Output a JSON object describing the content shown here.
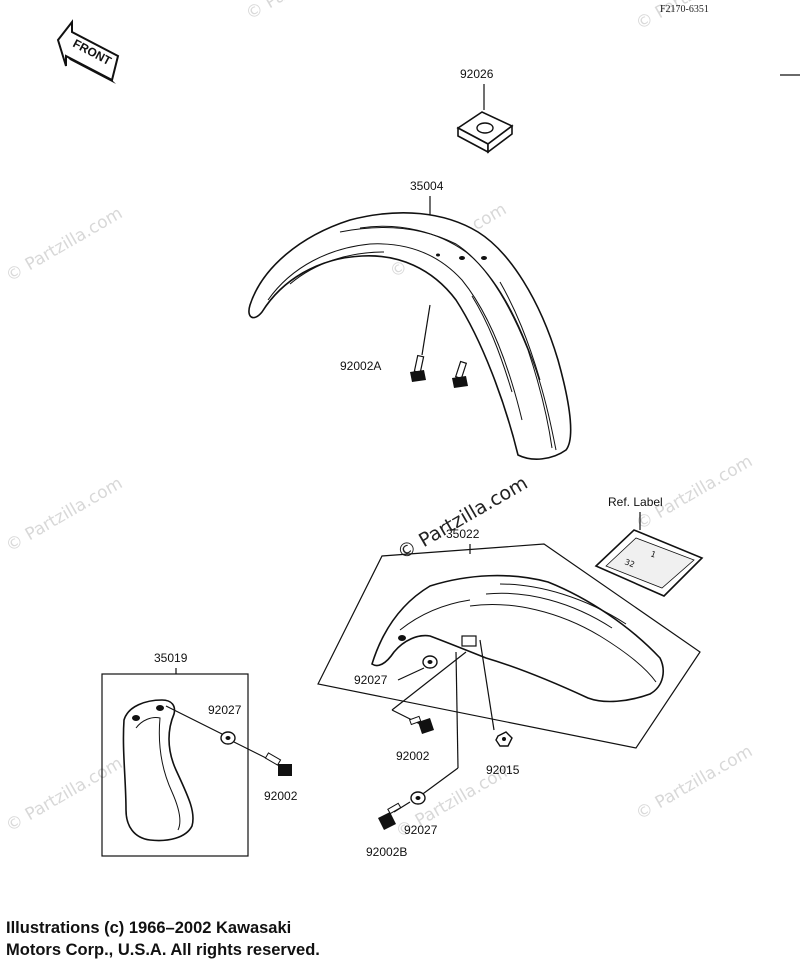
{
  "diagram": {
    "ref_code": "F2170-6351",
    "front_arrow_label": "FRONT",
    "watermark_text": "© Partzilla.com",
    "ref_label_caption": "Ref. Label",
    "label_sticker_text": [
      "32",
      "1"
    ],
    "callouts": {
      "p92026": "92026",
      "p35004": "35004",
      "p92002A": "92002A",
      "p35022": "35022",
      "p35019": "35019",
      "p92027_a": "92027",
      "p92027_b": "92027",
      "p92027_c": "92027",
      "p92002_a": "92002",
      "p92002_b": "92002",
      "p92015": "92015",
      "p92002B": "92002B"
    },
    "copyright_lines": [
      "Illustrations (c) 1966–2002 Kawasaki",
      "Motors Corp., U.S.A.  All rights reserved."
    ]
  }
}
